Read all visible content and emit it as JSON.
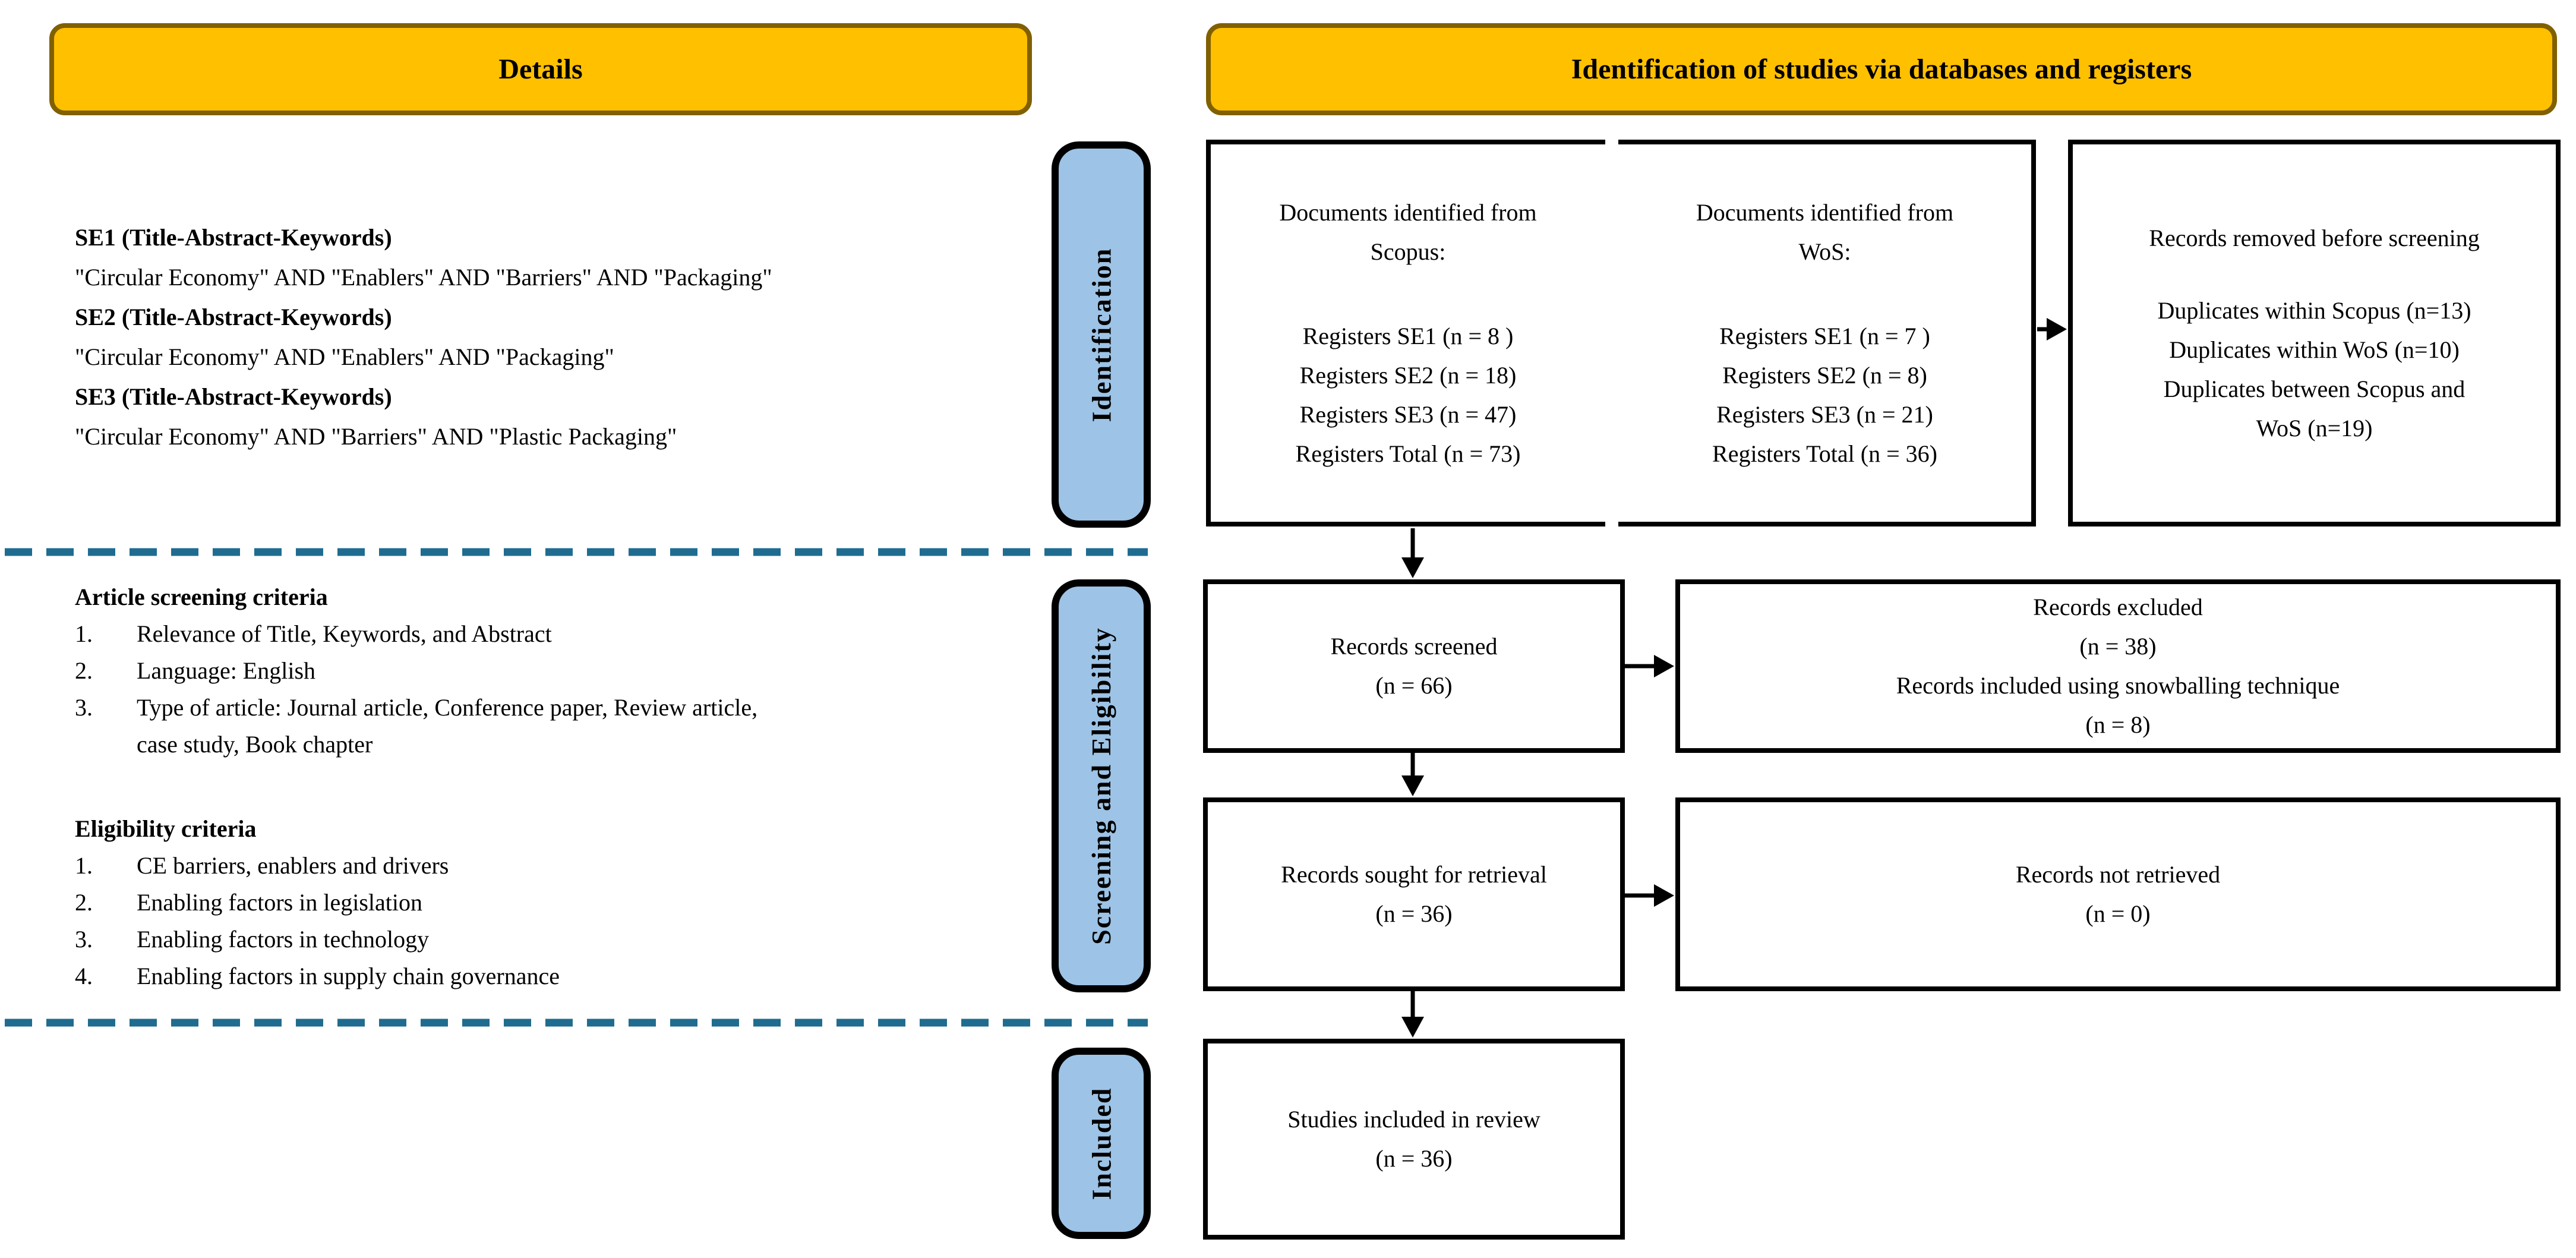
{
  "headers": {
    "left": "Details",
    "right": "Identification of studies via databases and registers"
  },
  "details": {
    "search_blocks": [
      {
        "title": "SE1 (Title-Abstract-Keywords)",
        "query": "\"Circular Economy\" AND \"Enablers\" AND \"Barriers\" AND \"Packaging\""
      },
      {
        "title": "SE2 (Title-Abstract-Keywords)",
        "query": "\"Circular Economy\" AND \"Enablers\" AND \"Packaging\""
      },
      {
        "title": "SE3 (Title-Abstract-Keywords)",
        "query": "\"Circular Economy\" AND \"Barriers\" AND \"Plastic Packaging\""
      }
    ],
    "screening": {
      "title": "Article screening criteria",
      "items": [
        {
          "num": "1.",
          "lines": [
            "Relevance of Title, Keywords, and Abstract"
          ]
        },
        {
          "num": "2.",
          "lines": [
            "Language: English"
          ]
        },
        {
          "num": "3.",
          "lines": [
            "Type of article:  Journal article, Conference paper, Review article,",
            "case study, Book chapter"
          ]
        }
      ]
    },
    "eligibility": {
      "title": "Eligibility criteria",
      "items": [
        {
          "num": "1.",
          "lines": [
            "CE barriers, enablers and drivers"
          ]
        },
        {
          "num": "2.",
          "lines": [
            "Enabling factors in legislation"
          ]
        },
        {
          "num": "3.",
          "lines": [
            "Enabling factors in technology"
          ]
        },
        {
          "num": "4.",
          "lines": [
            "Enabling factors in supply chain governance"
          ]
        }
      ]
    }
  },
  "stages": {
    "identification": "Identification",
    "screening": "Screening and Eligibility",
    "included": "Included"
  },
  "flow": {
    "scopus": {
      "title": [
        "Documents identified from",
        "Scopus:"
      ],
      "registers": [
        "Registers SE1 (n = 8 )",
        "Registers SE2 (n = 18)",
        "Registers SE3 (n = 47)",
        "Registers Total (n = 73)"
      ]
    },
    "wos": {
      "title": [
        "Documents identified from",
        "WoS:"
      ],
      "registers": [
        "Registers SE1 (n = 7 )",
        "Registers SE2 (n = 8)",
        "Registers SE3 (n = 21)",
        "Registers Total (n = 36)"
      ]
    },
    "removed": {
      "title": "Records removed before screening",
      "lines": [
        "Duplicates within Scopus (n=13)",
        "Duplicates within WoS (n=10)",
        "Duplicates between Scopus and",
        "WoS (n=19)"
      ]
    },
    "screened": {
      "lines": [
        "Records screened",
        "(n = 66)"
      ]
    },
    "excluded": {
      "lines": [
        "Records excluded",
        "(n = 38)",
        "Records included using snowballing technique",
        "(n = 8)"
      ]
    },
    "sought": {
      "lines": [
        "Records sought for retrieval",
        "(n = 36)"
      ]
    },
    "not_retrieved": {
      "lines": [
        "Records not retrieved",
        "(n = 0)"
      ]
    },
    "included": {
      "lines": [
        "Studies included in review",
        "(n = 36)"
      ]
    }
  },
  "colors": {
    "header_fill": "#FFC000",
    "header_border": "#806000",
    "stage_fill": "#9DC3E6",
    "dashed_line": "#1F6C90"
  }
}
